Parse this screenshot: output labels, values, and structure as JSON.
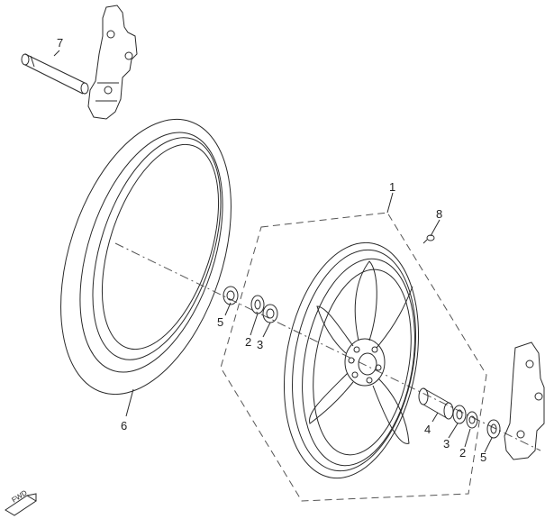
{
  "callouts": {
    "c1": "1",
    "c2a": "2",
    "c3a": "3",
    "c5a": "5",
    "c2b": "2",
    "c3b": "3",
    "c5b": "5",
    "c4": "4",
    "c6": "6",
    "c7": "7",
    "c8": "8"
  },
  "fwd_badge": "FWD",
  "colors": {
    "line": "#2a2a2a",
    "dash": "#555555",
    "background": "#ffffff"
  }
}
